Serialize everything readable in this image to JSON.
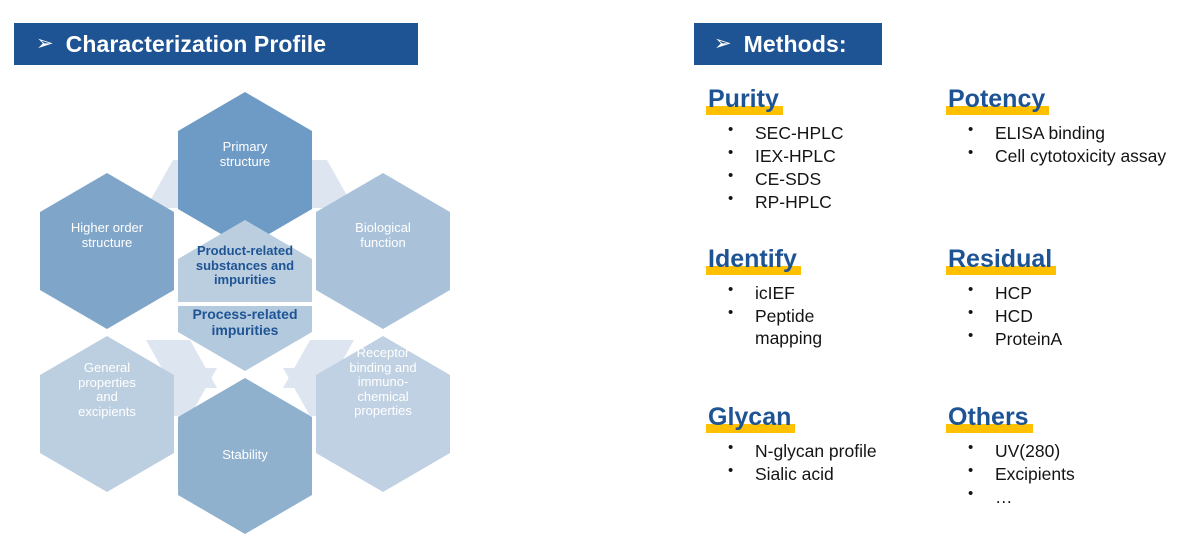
{
  "banners": {
    "left": {
      "arrow": "➢",
      "title": "Characterization Profile"
    },
    "right": {
      "arrow": "➢",
      "title": "Methods:"
    }
  },
  "colors": {
    "banner_blue": "#1F5494",
    "heading_blue": "#1F5494",
    "highlight_gold": "#FFC000",
    "hex_dark": "#6E9BC5",
    "hex_mid": "#8EB0CE",
    "hex_light": "#AFC6DC",
    "hex_pale": "#C3D3E4",
    "hex_center_top": "#BACEE0",
    "hex_center_bottom": "#B6CBDE",
    "hex_connector": "#DDE6F0",
    "body_text": "#141414"
  },
  "diagram": {
    "name": "characterization-profile-hexagons",
    "hexes": [
      {
        "id": "primary-structure",
        "label": "Primary\nstructure"
      },
      {
        "id": "higher-order-structure",
        "label": "Higher order\nstructure"
      },
      {
        "id": "biological-function",
        "label": "Biological\nfunction"
      },
      {
        "id": "general-properties",
        "label": "General\nproperties\nand\nexcipients"
      },
      {
        "id": "receptor-binding",
        "label": "Receptor\nbinding and\nimmuno-\nchemical\nproperties"
      },
      {
        "id": "stability",
        "label": "Stability"
      },
      {
        "id": "product-related",
        "label": "Product-related\nsubstances and\nimpurities"
      },
      {
        "id": "process-related",
        "label": "Process-related\nimpurities"
      }
    ]
  },
  "methods": {
    "groups": [
      {
        "id": "purity",
        "heading": "Purity",
        "items": [
          "SEC-HPLC",
          "IEX-HPLC",
          "CE-SDS",
          "RP-HPLC"
        ]
      },
      {
        "id": "potency",
        "heading": "Potency",
        "items": [
          "ELISA binding",
          "Cell cytotoxicity assay"
        ]
      },
      {
        "id": "identify",
        "heading": "Identify",
        "items": [
          "icIEF",
          "Peptide mapping"
        ]
      },
      {
        "id": "residual",
        "heading": "Residual",
        "items": [
          "HCP",
          "HCD",
          "ProteinA"
        ]
      },
      {
        "id": "glycan",
        "heading": "Glycan",
        "items": [
          "N-glycan profile",
          "Sialic acid"
        ]
      },
      {
        "id": "others",
        "heading": "Others",
        "items": [
          "UV(280)",
          "Excipients",
          "…"
        ]
      }
    ],
    "bullet": "•"
  }
}
